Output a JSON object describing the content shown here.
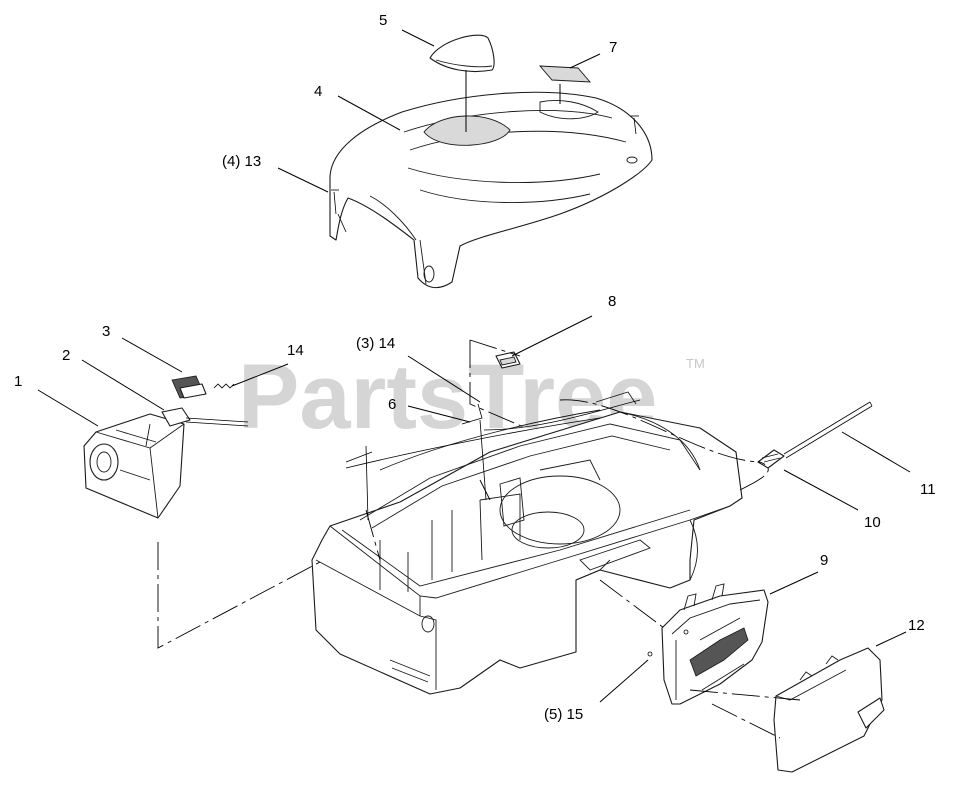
{
  "watermark": {
    "text": "PartsTree",
    "trademark": "TM"
  },
  "callouts": {
    "c1": "1",
    "c2": "2",
    "c3": "3",
    "c4": "4",
    "c5": "5",
    "c6": "6",
    "c7": "7",
    "c8": "8",
    "c9": "9",
    "c10": "10",
    "c11": "11",
    "c12": "12",
    "c13": "(4) 13",
    "c14a": "14",
    "c14b": "(3) 14",
    "c15": "(5) 15"
  },
  "colors": {
    "line": "#1a1a1a",
    "watermark": "#c8c8c8",
    "background": "#ffffff"
  }
}
